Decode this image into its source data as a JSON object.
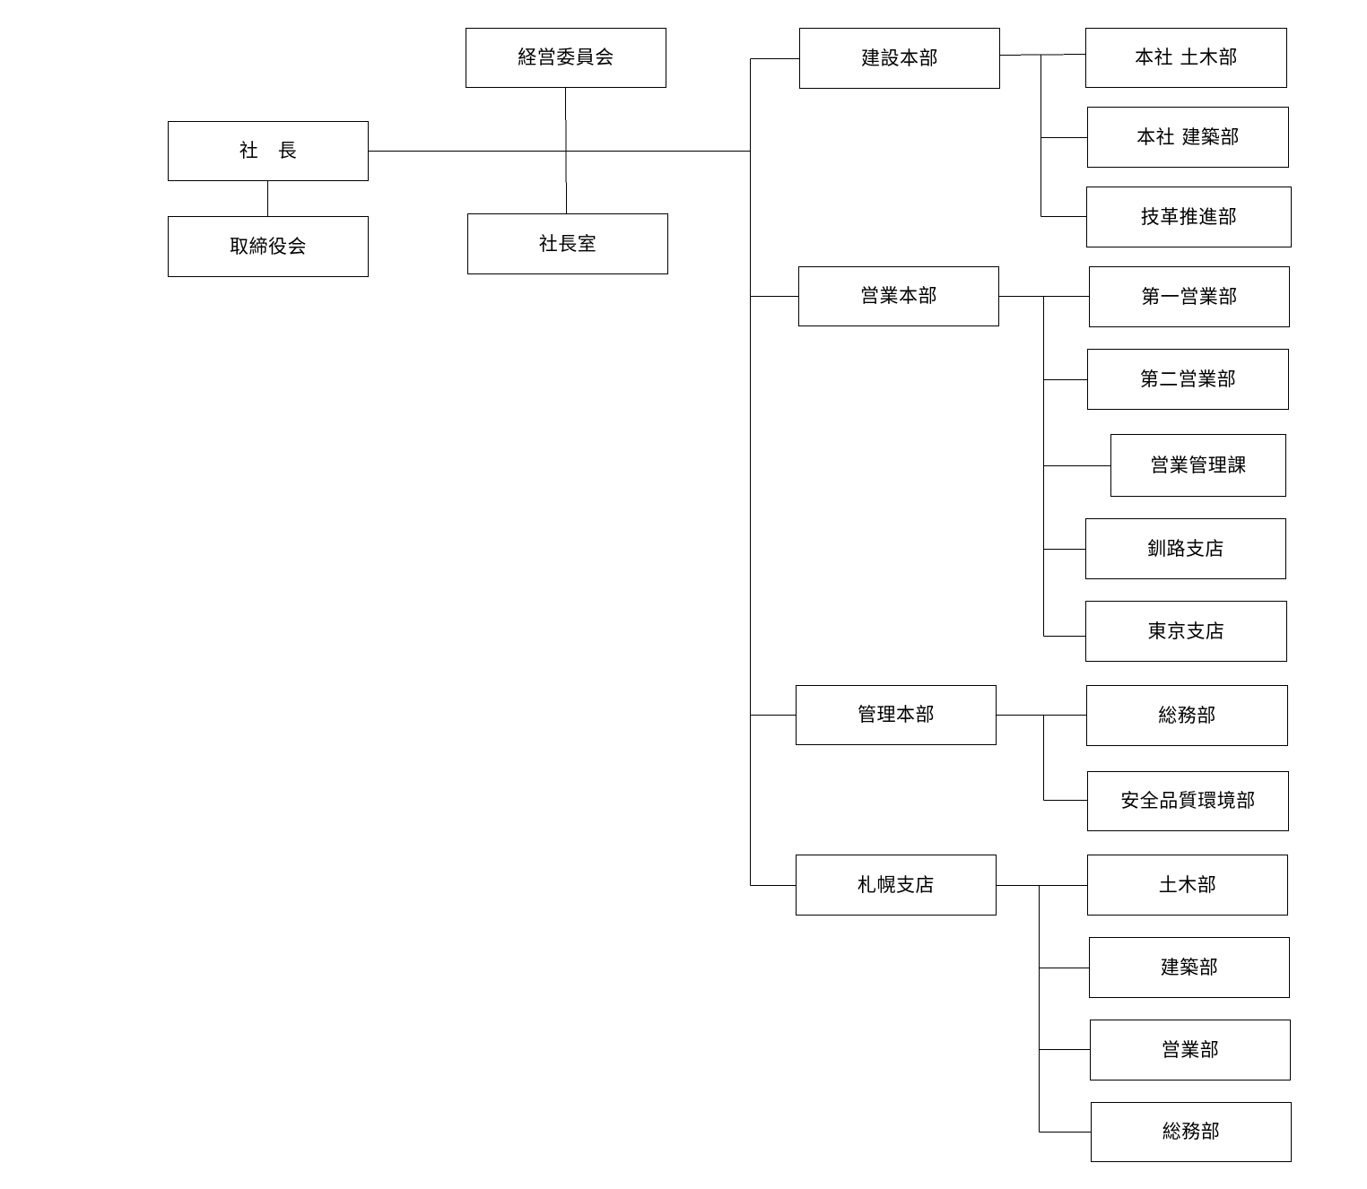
{
  "org_chart": {
    "president": "社　長",
    "board": "取締役会",
    "management_committee": "経営委員会",
    "president_office": "社長室",
    "construction_hq": {
      "label": "建設本部",
      "departments": [
        "本社 土木部",
        "本社 建築部",
        "技革推進部"
      ]
    },
    "sales_hq": {
      "label": "営業本部",
      "departments": [
        "第一営業部",
        "第二営業部",
        "営業管理課",
        "釧路支店",
        "東京支店"
      ]
    },
    "admin_hq": {
      "label": "管理本部",
      "departments": [
        "総務部",
        "安全品質環境部"
      ]
    },
    "sapporo_branch": {
      "label": "札幌支店",
      "departments": [
        "土木部",
        "建築部",
        "営業部",
        "総務部"
      ]
    }
  }
}
